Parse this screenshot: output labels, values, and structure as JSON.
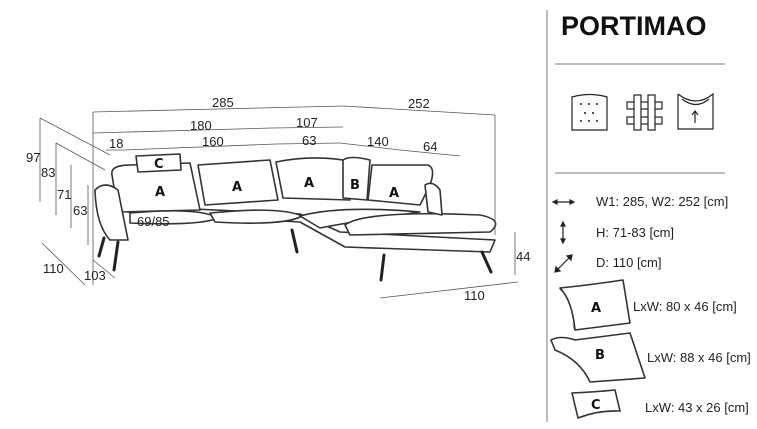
{
  "title": "PORTIMAO",
  "feature_icons": [
    "foam-seat-icon",
    "woven-fabric-icon",
    "removable-cover-icon"
  ],
  "dimensions": {
    "total_w1": "285",
    "total_w2": "252",
    "w_180": "180",
    "w_107": "107",
    "w_18": "18",
    "w_160": "160",
    "w_63": "63",
    "w_140": "140",
    "w_64": "64",
    "h_97": "97",
    "h_83": "83",
    "h_71": "71",
    "h_63": "63",
    "seat_depth": "69/85",
    "depth_110_left": "110",
    "depth_103": "103",
    "seat_h_44": "44",
    "chaise_110": "110"
  },
  "cushion_labels": {
    "c": "C",
    "a1": "A",
    "a2": "A",
    "a3": "A",
    "b": "B",
    "a4": "A"
  },
  "specs": [
    {
      "icon": "width-arrow-icon",
      "text": "W1: 285, W2: 252 [cm]"
    },
    {
      "icon": "height-arrow-icon",
      "text": "H: 71-83 [cm]"
    },
    {
      "icon": "depth-arrow-icon",
      "text": "D: 110 [cm]"
    }
  ],
  "cushions": [
    {
      "label": "A",
      "size": "LxW: 80 x 46 [cm]"
    },
    {
      "label": "B",
      "size": "LxW: 88 x 46 [cm]"
    },
    {
      "label": "C",
      "size": "LxW: 43 x 26 [cm]"
    }
  ]
}
